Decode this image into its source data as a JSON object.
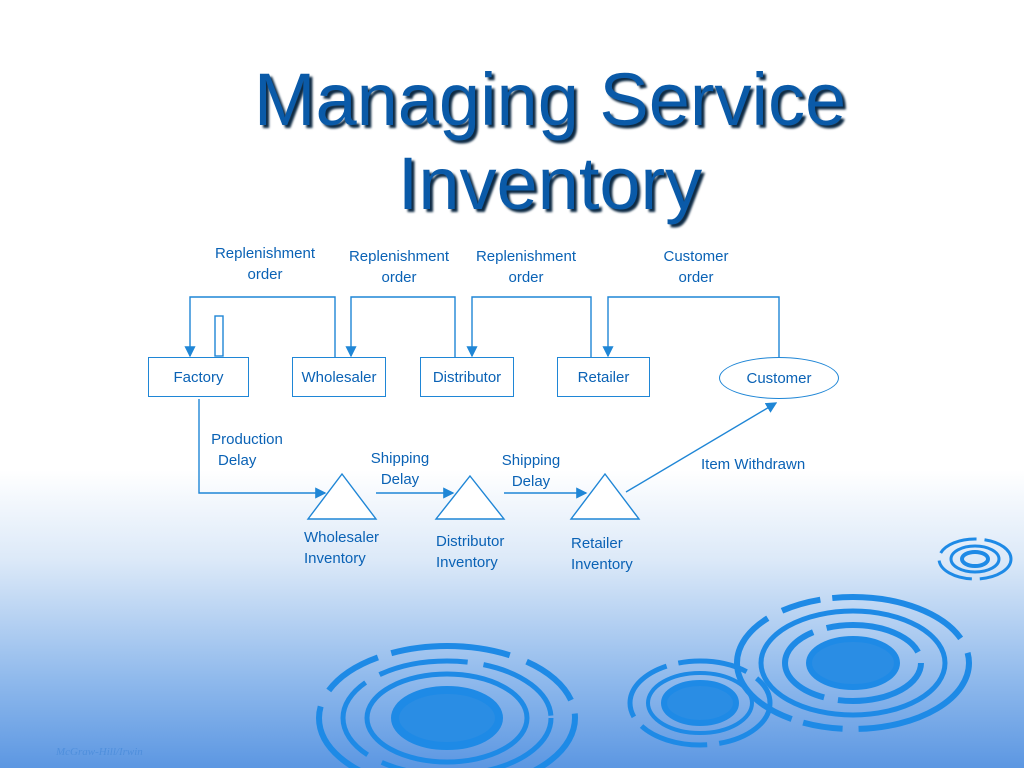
{
  "title": "Managing Service Inventory",
  "nodes": {
    "factory": "Factory",
    "wholesaler": "Wholesaler",
    "distributor": "Distributor",
    "retailer": "Retailer",
    "customer": "Customer"
  },
  "order_labels": {
    "factory_order": [
      "Replenishment",
      "order"
    ],
    "wholesaler_order": [
      "Replenishment",
      "order"
    ],
    "distributor_order": [
      "Replenishment",
      "order"
    ],
    "retailer_order": [
      "Customer",
      "order"
    ]
  },
  "flow_labels": {
    "production_delay": [
      "Production",
      "Delay"
    ],
    "shipping_delay_1": [
      "Shipping",
      "Delay"
    ],
    "shipping_delay_2": [
      "Shipping",
      "Delay"
    ],
    "item_withdrawn": "Item Withdrawn"
  },
  "inventories": {
    "wholesaler": [
      "Wholesaler",
      "Inventory"
    ],
    "distributor": [
      "Distributor",
      "Inventory"
    ],
    "retailer": [
      "Retailer",
      "Inventory"
    ]
  },
  "footer": "McGraw-Hill/Irwin",
  "colors": {
    "accent": "#1f86d6",
    "text": "#0a62b5",
    "title": "#0a5aa8"
  }
}
